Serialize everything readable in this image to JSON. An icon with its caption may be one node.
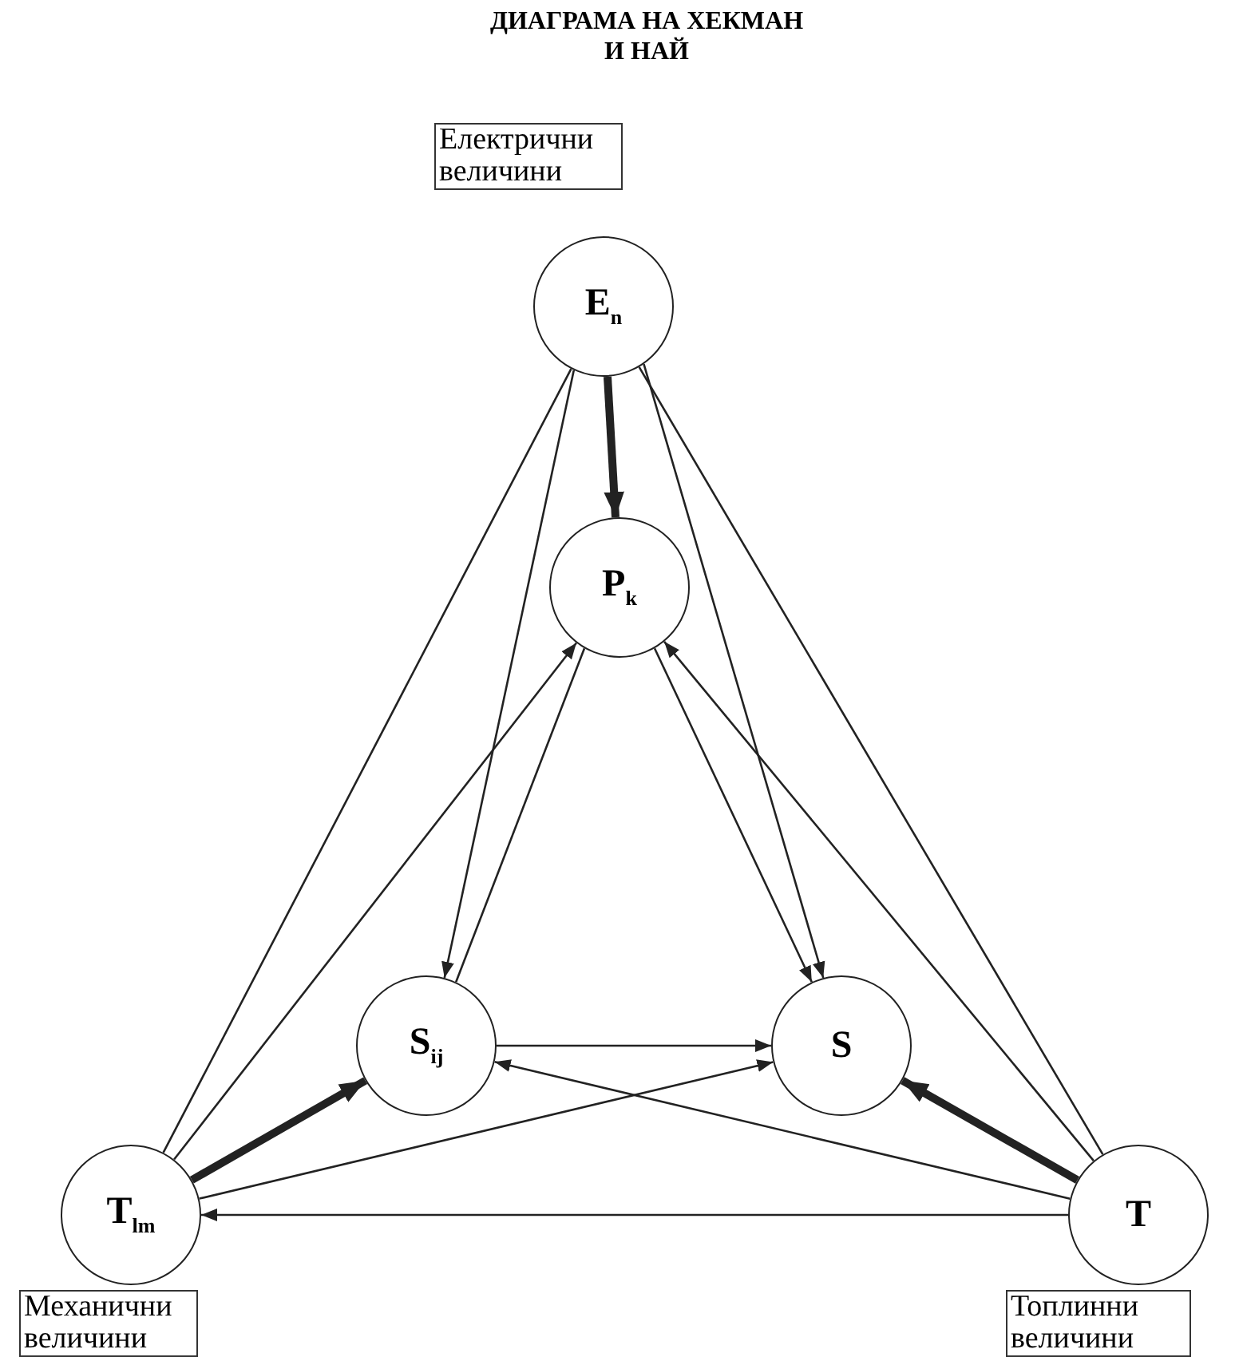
{
  "diagram": {
    "title": "ДИАГРАМА НА ХЕКМАН И НАЙ",
    "nodes": [
      {
        "text": [
          "Електрични величини"
        ]
      },
      {
        "text": [
          "E$_{n}$"
        ]
      },
      {
        "text": [
          "P$_{k}$"
        ]
      },
      {
        "text": [
          "S$_{ij}$"
        ]
      },
      {
        "text": [
          "S"
        ]
      },
      {
        "text": [
          "T$_{lm}$"
        ]
      },
      {
        "text": [
          "T"
        ]
      },
      {
        "text": [
          "Механични величини"
        ]
      },
      {
        "text": [
          "Топлинни величини"
        ]
      }
    ],
    "edges": [
      {
        "from": 1,
        "to": 2,
        "arrow": "to",
        "style": "thick"
      },
      {
        "from": 1,
        "to": 3,
        "arrow": "to"
      },
      {
        "from": 1,
        "to": 4,
        "arrow": "to"
      },
      {
        "from": 1,
        "to": 5,
        "arrow": "none"
      },
      {
        "from": 1,
        "to": 6,
        "arrow": "none"
      },
      {
        "from": 2,
        "to": 3,
        "arrow": "none"
      },
      {
        "from": 2,
        "to": 4,
        "arrow": "to"
      },
      {
        "from": 5,
        "to": 2,
        "arrow": "to"
      },
      {
        "from": 6,
        "to": 2,
        "arrow": "to"
      },
      {
        "from": 3,
        "to": 4,
        "arrow": "to"
      },
      {
        "from": 5,
        "to": 3,
        "arrow": "to",
        "style": "thick"
      },
      {
        "from": 6,
        "to": 4,
        "arrow": "to",
        "style": "thick"
      },
      {
        "from": 5,
        "to": 4,
        "arrow": "to"
      },
      {
        "from": 6,
        "to": 3,
        "arrow": "to"
      },
      {
        "from": 6,
        "to": 5,
        "arrow": "to"
      }
    ]
  }
}
